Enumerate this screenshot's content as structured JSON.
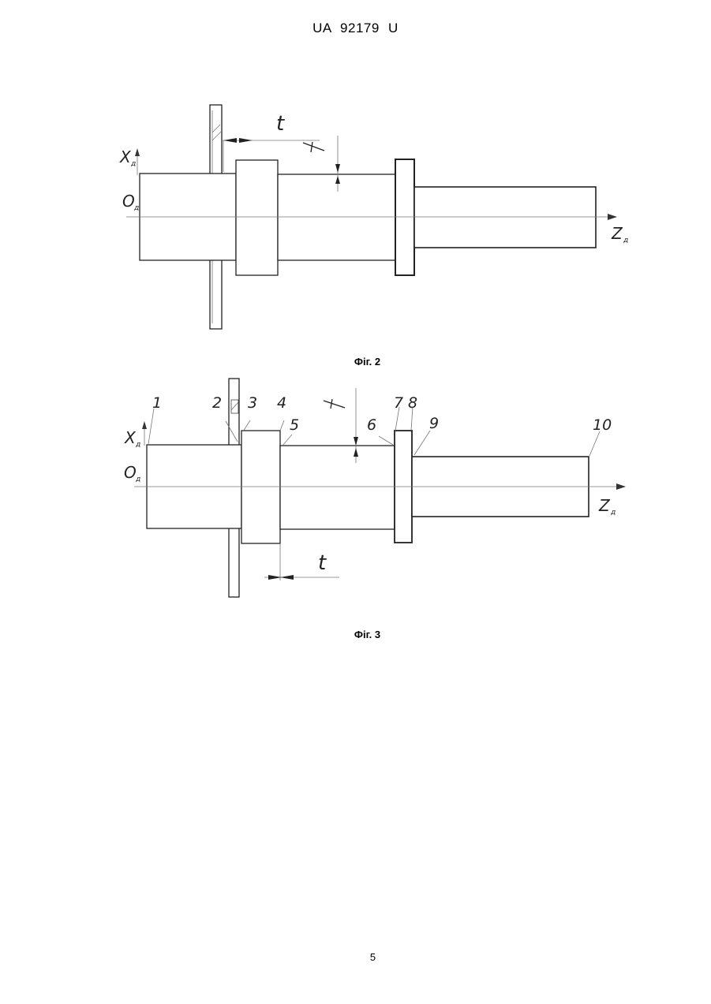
{
  "header": {
    "doc_id": "UA   92179   U"
  },
  "figure2": {
    "caption": "Фіг. 2",
    "labels": {
      "x_axis": "X",
      "x_sub": "д",
      "origin": "O",
      "origin_sub": "д",
      "z_axis": "Z",
      "z_sub": "д",
      "step": "t"
    }
  },
  "figure3": {
    "caption": "Фіг. 3",
    "labels": {
      "x_axis": "X",
      "x_sub": "д",
      "origin": "O",
      "origin_sub": "д",
      "z_axis": "Z",
      "z_sub": "д",
      "step": "t"
    },
    "points": [
      "1",
      "2",
      "3",
      "4",
      "5",
      "6",
      "7",
      "8",
      "9",
      "10"
    ]
  },
  "footer": {
    "page_number": "5"
  }
}
